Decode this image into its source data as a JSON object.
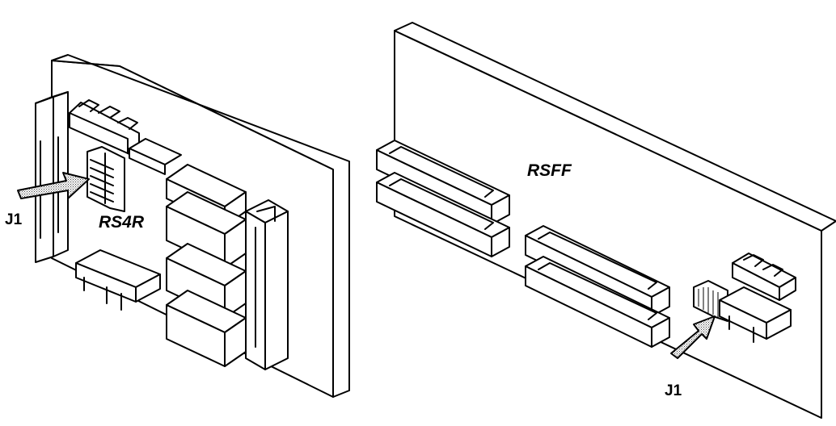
{
  "labels": {
    "left_board": "RS4R",
    "right_board": "RSFF",
    "left_connector": "J1",
    "right_connector": "J1"
  },
  "colors": {
    "line": "#000000",
    "arrow_fill": "#bdbdbd",
    "background": "#ffffff"
  }
}
